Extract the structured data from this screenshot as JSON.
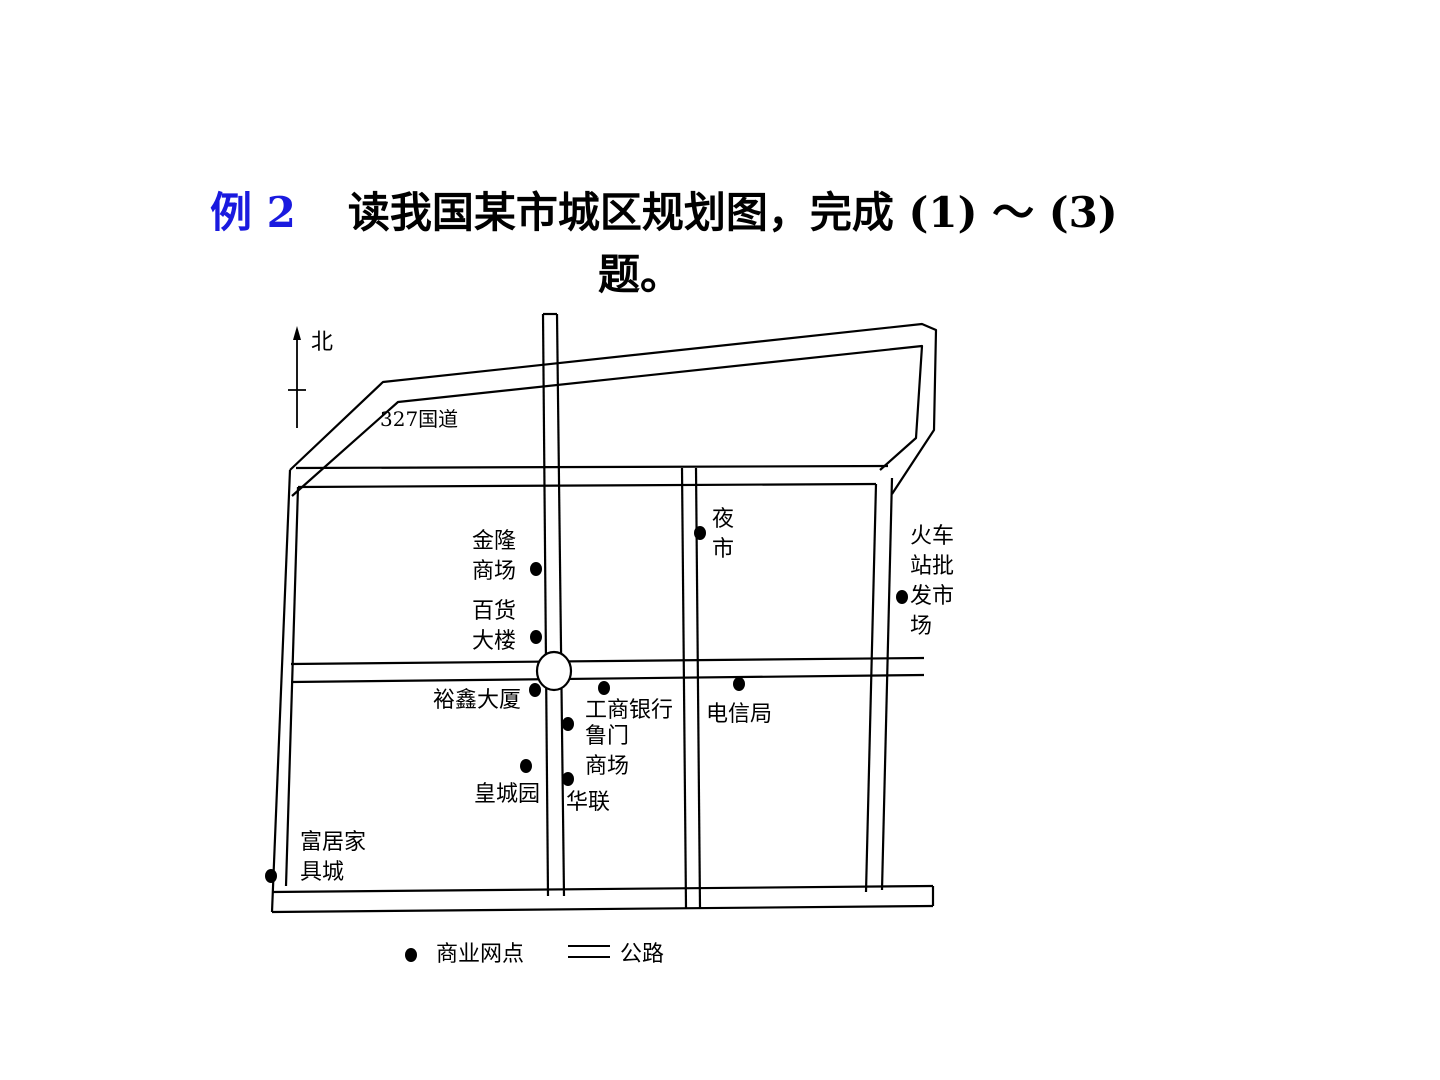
{
  "heading": {
    "number": "例 2",
    "question_line1": "读我国某市城区规划图，完成 (1) ～ (3)",
    "question_line2": "题。"
  },
  "compass": {
    "north": "北"
  },
  "roads": {
    "highway": "327国道"
  },
  "places": {
    "jinlong": "金隆商场",
    "baihuo": "百货大楼",
    "yuxin": "裕鑫大厦",
    "gongshang": "工商银行",
    "lumen": "鲁门商场",
    "huangcheng": "皇城园",
    "hualian": "华联",
    "yeshi": "夜市",
    "dianxin": "电信局",
    "huoche": "火车站批发市场",
    "fuju": "富居家具城"
  },
  "legend": {
    "point_label": "商业网点",
    "road_label": "公路"
  }
}
